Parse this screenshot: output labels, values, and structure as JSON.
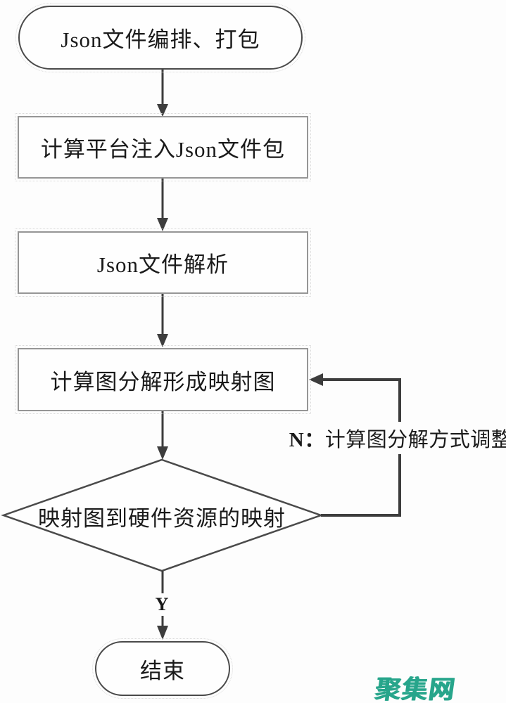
{
  "flowchart": {
    "nodes": {
      "start": {
        "label": "Json文件编排、打包"
      },
      "step1": {
        "label": "计算平台注入Json文件包"
      },
      "step2": {
        "label": "Json文件解析"
      },
      "step3": {
        "label": "计算图分解形成映射图"
      },
      "decision": {
        "label": "映射图到硬件资源的映射"
      },
      "end": {
        "label": "结束"
      }
    },
    "edge_labels": {
      "yes": "Y",
      "no_prefix": "N：",
      "no_text": "计算图分解方式调整"
    }
  },
  "watermark": {
    "text": "聚集网",
    "color": "#27a58b"
  },
  "colors": {
    "line": "#3d3d3d",
    "rect_border": "#969696",
    "oval_border": "#4a4a4a",
    "diamond_border": "#4a4a4a",
    "text": "#1a1a1a",
    "background": "#fdfdfd"
  }
}
